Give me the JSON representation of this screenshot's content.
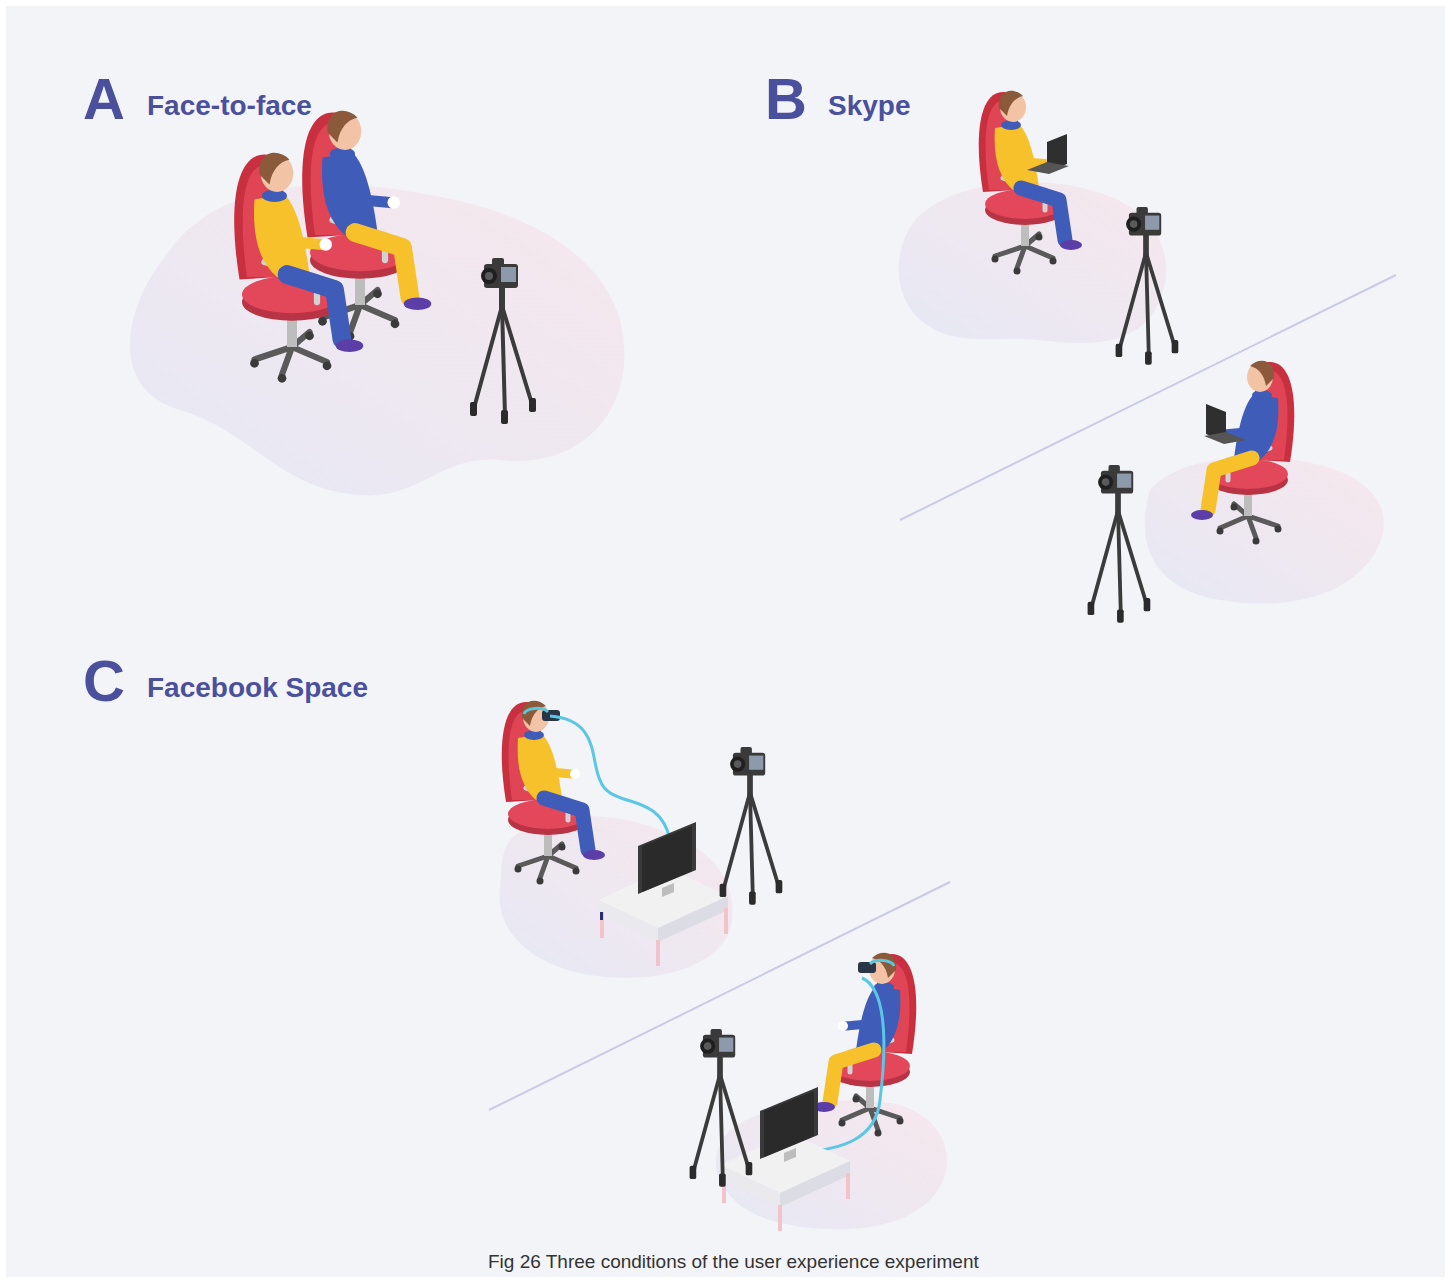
{
  "diagram": {
    "caption": "Fig 26 Three conditions of the user experience experiment",
    "labels": [
      "A",
      "Face-to-face",
      "B",
      "Skype",
      "C",
      "Facebook Space"
    ]
  }
}
